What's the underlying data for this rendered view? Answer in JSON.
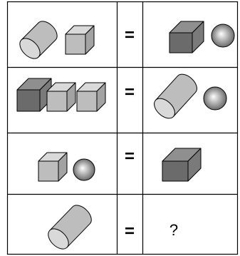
{
  "puzzle": {
    "rows": [
      {
        "left": [
          "cylinder",
          "small-cube"
        ],
        "sign": "=",
        "right": [
          "dark-box",
          "sphere"
        ]
      },
      {
        "left": [
          "dark-box",
          "small-cube",
          "small-cube"
        ],
        "sign": "=",
        "right": [
          "cylinder",
          "sphere"
        ]
      },
      {
        "left": [
          "small-cube",
          "sphere"
        ],
        "sign": "=",
        "right": [
          "dark-box"
        ]
      },
      {
        "left": [
          "cylinder"
        ],
        "sign": "=",
        "right": [],
        "answer": "?"
      }
    ]
  },
  "colors": {
    "light_face": "#bdbdbd",
    "light_top": "#d9d9d9",
    "light_side": "#a3a3a3",
    "dark_front": "#6b6b6b",
    "dark_top": "#8f8f8f",
    "dark_side": "#7a7a7a",
    "sphere_hi": "#ffffff",
    "sphere_lo": "#5e5e5e",
    "line": "#000000"
  }
}
